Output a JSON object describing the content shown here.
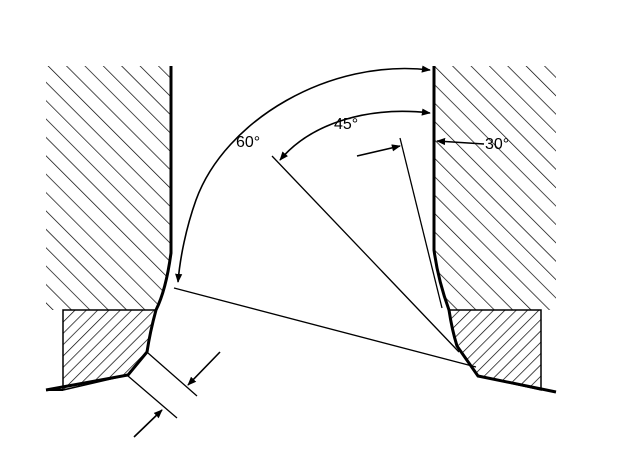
{
  "labels": {
    "angle_60": "60°",
    "angle_45": "45°",
    "angle_30": "30°"
  },
  "colors": {
    "ink": "#000000",
    "paper": "#ffffff"
  }
}
